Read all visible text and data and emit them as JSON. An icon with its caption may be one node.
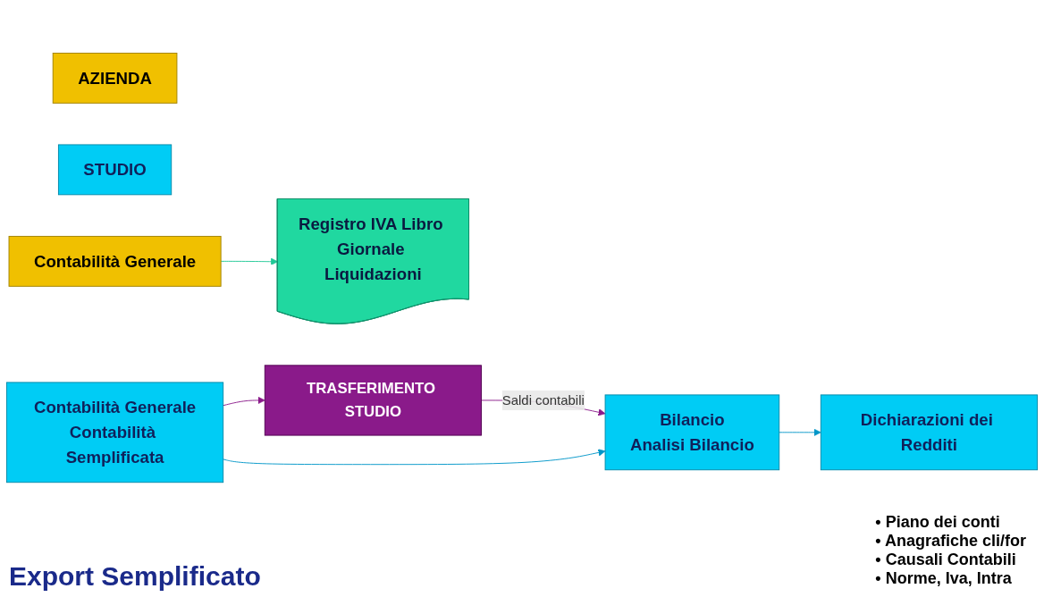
{
  "diagram": {
    "caption": "Export Semplificato",
    "nodes": [
      {
        "text": [
          "AZIENDA"
        ]
      },
      {
        "text": [
          "STUDIO"
        ]
      },
      {
        "text": [
          "Registro IVA Libro Giornale Liquidazioni"
        ]
      },
      {
        "text": [
          "Contabilità Generale"
        ]
      },
      {
        "text": [
          "TRASFERIMENTO STUDIO"
        ]
      },
      {
        "text": [
          "Contabilità Generale",
          "Contabilità Semplificata"
        ]
      },
      {
        "text": [
          "Bilancio",
          "Analisi Bilancio"
        ]
      },
      {
        "text": [
          "Dichiarazioni dei Redditi"
        ]
      }
    ],
    "edges": [
      {
        "from": 3,
        "to": 2,
        "arrow": "to",
        "color": "#20c896"
      },
      {
        "from": 5,
        "to": 4,
        "arrow": "to",
        "color": "#8a1a8a"
      },
      {
        "from": 4,
        "to": 6,
        "arrow": "to",
        "label": "Saldi contabili",
        "color": "#8a1a8a"
      },
      {
        "from": 5,
        "to": 6,
        "arrow": "to",
        "color": "#0096c8"
      },
      {
        "from": 6,
        "to": 7,
        "arrow": "to",
        "color": "#0096c8"
      }
    ],
    "labels": [
      "• Piano dei conti",
      "• Anagrafiche cli/for",
      "• Causali Contabili",
      "• Norme, Iva, Intra"
    ]
  }
}
